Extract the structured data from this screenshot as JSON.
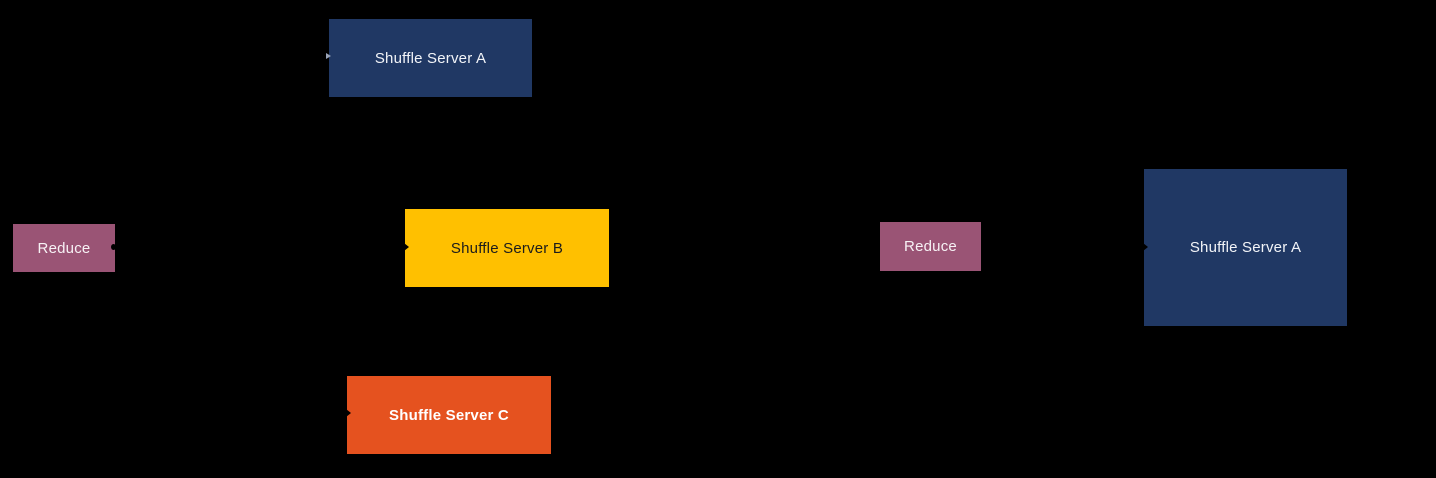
{
  "canvas": {
    "background_color": "#000000"
  },
  "nodes": [
    {
      "id": "shuffle-server-a-top",
      "label": "Shuffle Server A",
      "fill": "#203864",
      "text_color": "#f2f4f8",
      "font_weight": "normal"
    },
    {
      "id": "reduce-left",
      "label": "Reduce",
      "fill": "#9a5475",
      "text_color": "#f7f2f5",
      "font_weight": "normal"
    },
    {
      "id": "shuffle-server-b",
      "label": "Shuffle Server B",
      "fill": "#ffc000",
      "text_color": "#1c1c1c",
      "font_weight": "normal"
    },
    {
      "id": "reduce-right",
      "label": "Reduce",
      "fill": "#9a5475",
      "text_color": "#f7f2f5",
      "font_weight": "normal"
    },
    {
      "id": "shuffle-server-a-right",
      "label": "Shuffle Server A",
      "fill": "#203864",
      "text_color": "#f2f4f8",
      "font_weight": "normal"
    },
    {
      "id": "shuffle-server-c",
      "label": "Shuffle Server C",
      "fill": "#e5521f",
      "text_color": "#ffffff",
      "font_weight": "bold"
    }
  ],
  "artifacts": {
    "arrow_tip_dark": "#000000",
    "arrow_tip_light": "#9aa4b8"
  }
}
